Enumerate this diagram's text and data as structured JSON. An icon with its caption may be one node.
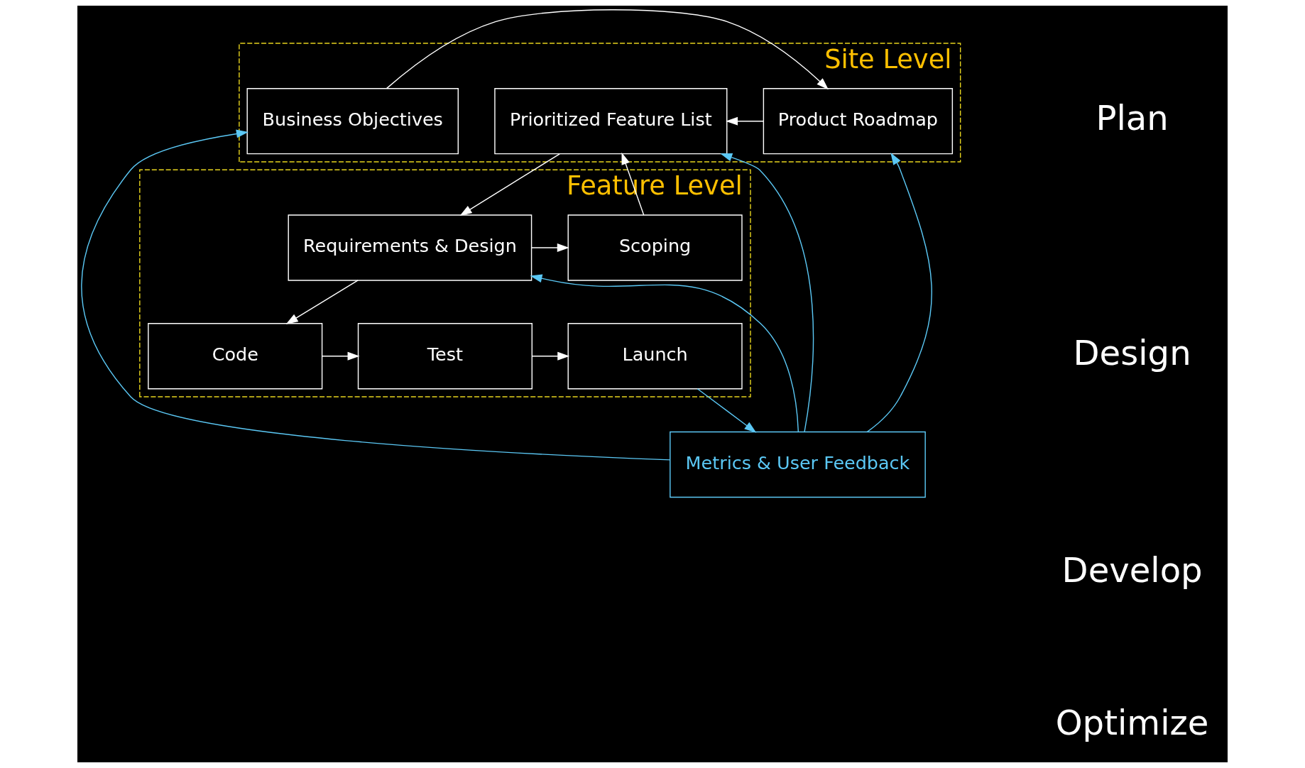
{
  "diagram": {
    "nodes": [
      {
        "text": [
          "Site Level"
        ]
      },
      {
        "text": [
          "Business Objectives"
        ],
        "in": 0
      },
      {
        "text": [
          "Product Roadmap"
        ],
        "in": 0
      },
      {
        "text": [
          "Prioritized Feature List"
        ],
        "in": 0
      },
      {
        "text": [
          "Feature Level"
        ]
      },
      {
        "text": [
          "Scoping"
        ],
        "in": 4
      },
      {
        "text": [
          "Requirements & Design"
        ],
        "in": 4
      },
      {
        "text": [
          "Code"
        ],
        "in": 4
      },
      {
        "text": [
          "Test"
        ],
        "in": 4
      },
      {
        "text": [
          "Launch"
        ],
        "in": 4
      },
      {
        "text": [
          "Metrics & User Feedback"
        ]
      }
    ],
    "edges": [
      {
        "from": 1,
        "to": 2,
        "arrow": "to"
      },
      {
        "from": 2,
        "to": 3,
        "arrow": "to"
      },
      {
        "from": 3,
        "to": 6,
        "arrow": "to"
      },
      {
        "from": 6,
        "to": 5,
        "arrow": "to"
      },
      {
        "from": 5,
        "to": 3,
        "arrow": "to"
      },
      {
        "from": 6,
        "to": 7,
        "arrow": "to"
      },
      {
        "from": 7,
        "to": 8,
        "arrow": "to"
      },
      {
        "from": 8,
        "to": 9,
        "arrow": "to"
      },
      {
        "from": 9,
        "to": 10,
        "arrow": "to",
        "color": "#5bc8f5"
      },
      {
        "from": 10,
        "to": 1,
        "arrow": "to",
        "color": "#5bc8f5"
      },
      {
        "from": 10,
        "to": 2,
        "arrow": "to",
        "color": "#5bc8f5"
      },
      {
        "from": 10,
        "to": 3,
        "arrow": "to",
        "color": "#5bc8f5"
      },
      {
        "from": 10,
        "to": 6,
        "arrow": "to",
        "color": "#5bc8f5"
      }
    ],
    "labels": [
      "Plan",
      "Design",
      "Develop",
      "Optimize"
    ]
  }
}
